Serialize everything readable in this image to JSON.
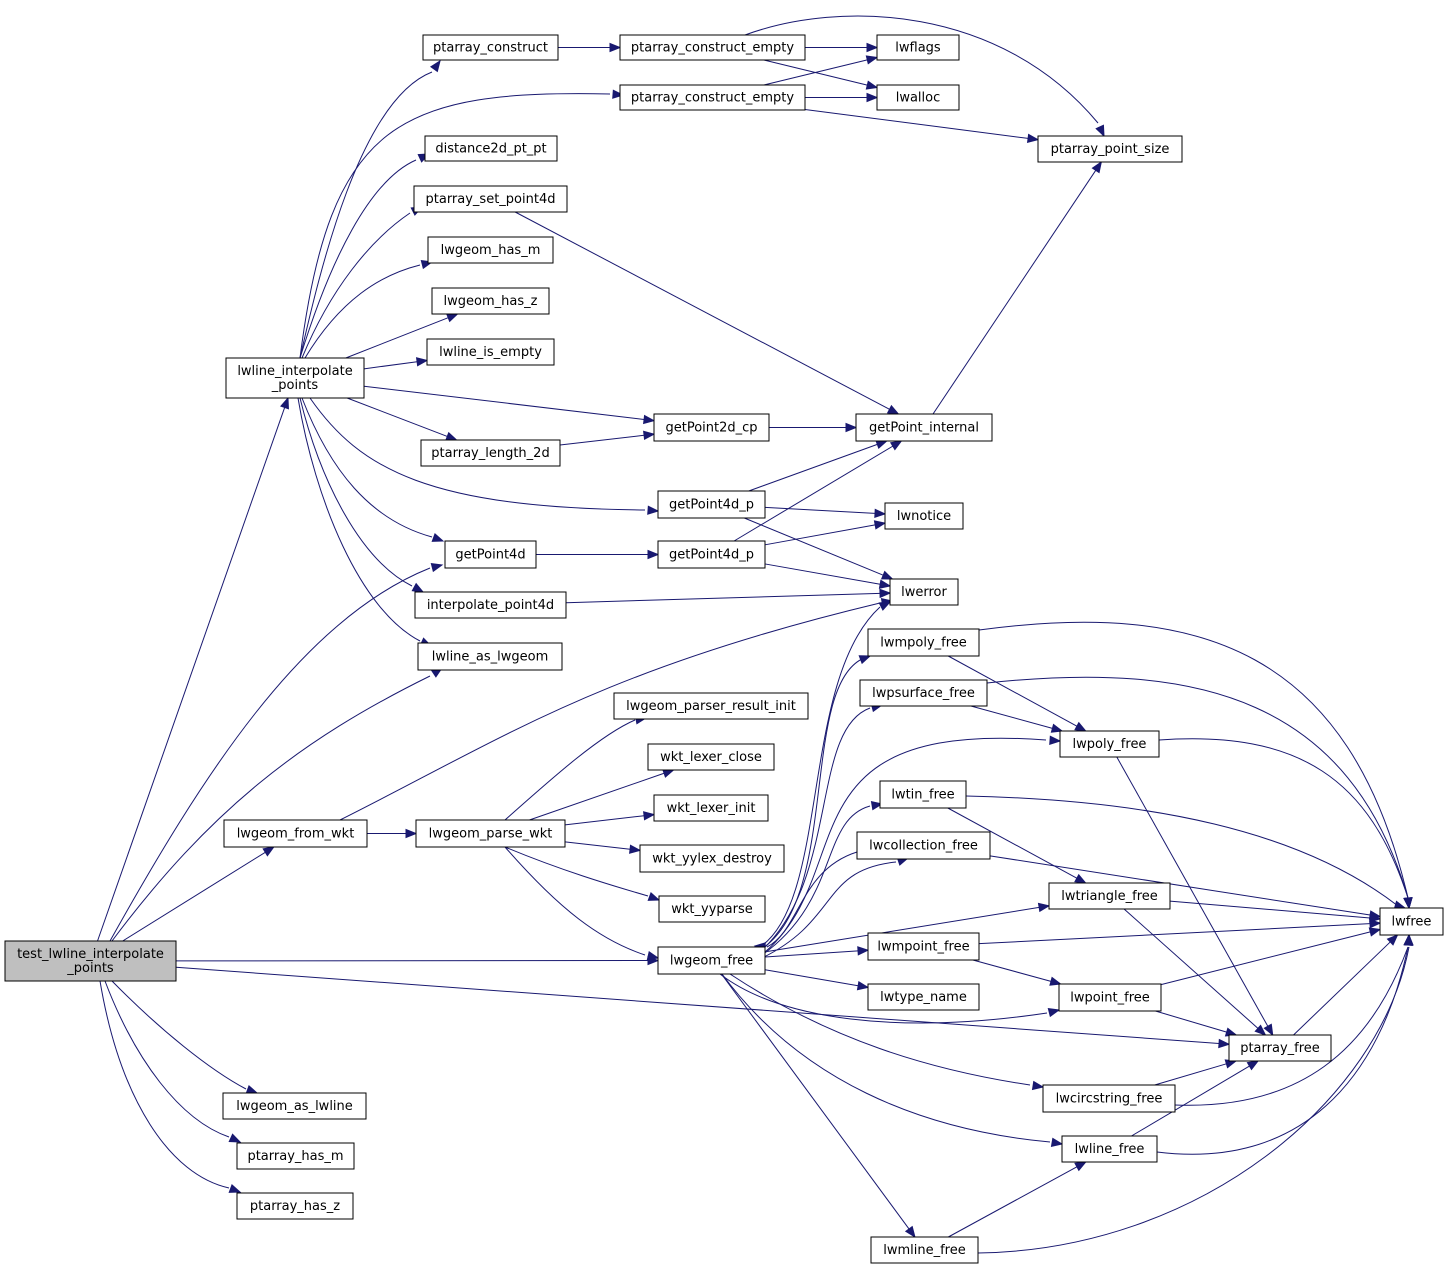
{
  "nodes": [
    {
      "id": "root",
      "lines": [
        "test_lwline_interpolate",
        "_points"
      ],
      "root": true
    },
    {
      "id": "lip",
      "lines": [
        "lwline_interpolate",
        "_points"
      ]
    },
    {
      "id": "pac",
      "lines": [
        "ptarray_construct"
      ]
    },
    {
      "id": "pace1",
      "lines": [
        "ptarray_construct_empty"
      ]
    },
    {
      "id": "pace2",
      "lines": [
        "ptarray_construct_empty"
      ]
    },
    {
      "id": "lwflags",
      "lines": [
        "lwflags"
      ]
    },
    {
      "id": "lwalloc",
      "lines": [
        "lwalloc"
      ]
    },
    {
      "id": "pps",
      "lines": [
        "ptarray_point_size"
      ]
    },
    {
      "id": "d2d",
      "lines": [
        "distance2d_pt_pt"
      ]
    },
    {
      "id": "psp4",
      "lines": [
        "ptarray_set_point4d"
      ]
    },
    {
      "id": "lhm",
      "lines": [
        "lwgeom_has_m"
      ]
    },
    {
      "id": "lhz",
      "lines": [
        "lwgeom_has_z"
      ]
    },
    {
      "id": "lie",
      "lines": [
        "lwline_is_empty"
      ]
    },
    {
      "id": "gp2",
      "lines": [
        "getPoint2d_cp"
      ]
    },
    {
      "id": "gpi",
      "lines": [
        "getPoint_internal"
      ]
    },
    {
      "id": "pl2",
      "lines": [
        "ptarray_length_2d"
      ]
    },
    {
      "id": "g4p1",
      "lines": [
        "getPoint4d_p"
      ]
    },
    {
      "id": "lwnotice",
      "lines": [
        "lwnotice"
      ]
    },
    {
      "id": "gp4",
      "lines": [
        "getPoint4d"
      ]
    },
    {
      "id": "g4p2",
      "lines": [
        "getPoint4d_p"
      ]
    },
    {
      "id": "lwerror",
      "lines": [
        "lwerror"
      ]
    },
    {
      "id": "ip4",
      "lines": [
        "interpolate_point4d"
      ]
    },
    {
      "id": "lal",
      "lines": [
        "lwline_as_lwgeom"
      ]
    },
    {
      "id": "lmpf",
      "lines": [
        "lwmpoly_free"
      ]
    },
    {
      "id": "lpsf",
      "lines": [
        "lwpsurface_free"
      ]
    },
    {
      "id": "lpf",
      "lines": [
        "lwpoly_free"
      ]
    },
    {
      "id": "lprri",
      "lines": [
        "lwgeom_parser_result_init"
      ]
    },
    {
      "id": "wlc",
      "lines": [
        "wkt_lexer_close"
      ]
    },
    {
      "id": "wli",
      "lines": [
        "wkt_lexer_init"
      ]
    },
    {
      "id": "ltf",
      "lines": [
        "lwtin_free"
      ]
    },
    {
      "id": "lfw",
      "lines": [
        "lwgeom_from_wkt"
      ]
    },
    {
      "id": "lpw",
      "lines": [
        "lwgeom_parse_wkt"
      ]
    },
    {
      "id": "lcf",
      "lines": [
        "lwcollection_free"
      ]
    },
    {
      "id": "wyd",
      "lines": [
        "wkt_yylex_destroy"
      ]
    },
    {
      "id": "ltrf",
      "lines": [
        "lwtriangle_free"
      ]
    },
    {
      "id": "wyp",
      "lines": [
        "wkt_yyparse"
      ]
    },
    {
      "id": "lwfree",
      "lines": [
        "lwfree"
      ]
    },
    {
      "id": "lgf",
      "lines": [
        "lwgeom_free"
      ]
    },
    {
      "id": "lmpof",
      "lines": [
        "lwmpoint_free"
      ]
    },
    {
      "id": "ltn",
      "lines": [
        "lwtype_name"
      ]
    },
    {
      "id": "lpof",
      "lines": [
        "lwpoint_free"
      ]
    },
    {
      "id": "paf",
      "lines": [
        "ptarray_free"
      ]
    },
    {
      "id": "lcsf",
      "lines": [
        "lwcircstring_free"
      ]
    },
    {
      "id": "lgal",
      "lines": [
        "lwgeom_as_lwline"
      ]
    },
    {
      "id": "lf",
      "lines": [
        "lwline_free"
      ]
    },
    {
      "id": "phm",
      "lines": [
        "ptarray_has_m"
      ]
    },
    {
      "id": "phz",
      "lines": [
        "ptarray_has_z"
      ]
    },
    {
      "id": "lmlf",
      "lines": [
        "lwmline_free"
      ]
    }
  ],
  "edges": [
    [
      "root",
      "lip"
    ],
    [
      "root",
      "gp4"
    ],
    [
      "root",
      "lal"
    ],
    [
      "root",
      "lfw"
    ],
    [
      "root",
      "lgf"
    ],
    [
      "root",
      "paf"
    ],
    [
      "root",
      "lgal"
    ],
    [
      "root",
      "phm"
    ],
    [
      "root",
      "phz"
    ],
    [
      "lip",
      "pac"
    ],
    [
      "lip",
      "pace2"
    ],
    [
      "lip",
      "d2d"
    ],
    [
      "lip",
      "psp4"
    ],
    [
      "lip",
      "lhm"
    ],
    [
      "lip",
      "lhz"
    ],
    [
      "lip",
      "lie"
    ],
    [
      "lip",
      "gp2"
    ],
    [
      "lip",
      "pl2"
    ],
    [
      "lip",
      "g4p1"
    ],
    [
      "lip",
      "gp4"
    ],
    [
      "lip",
      "ip4"
    ],
    [
      "lip",
      "lal"
    ],
    [
      "pac",
      "pace1"
    ],
    [
      "pac",
      "pps"
    ],
    [
      "pace1",
      "lwflags"
    ],
    [
      "pace1",
      "lwalloc"
    ],
    [
      "pace2",
      "lwflags"
    ],
    [
      "pace2",
      "lwalloc"
    ],
    [
      "pace2",
      "pps"
    ],
    [
      "psp4",
      "gpi"
    ],
    [
      "gp2",
      "gpi"
    ],
    [
      "gpi",
      "pps"
    ],
    [
      "pl2",
      "gp2"
    ],
    [
      "g4p1",
      "gpi"
    ],
    [
      "g4p1",
      "lwnotice"
    ],
    [
      "g4p1",
      "lwerror"
    ],
    [
      "gp4",
      "g4p2"
    ],
    [
      "g4p2",
      "gpi"
    ],
    [
      "g4p2",
      "lwnotice"
    ],
    [
      "g4p2",
      "lwerror"
    ],
    [
      "ip4",
      "lwerror"
    ],
    [
      "lfw",
      "lwerror"
    ],
    [
      "lfw",
      "lpw"
    ],
    [
      "lpw",
      "lprri"
    ],
    [
      "lpw",
      "wlc"
    ],
    [
      "lpw",
      "wli"
    ],
    [
      "lpw",
      "wyd"
    ],
    [
      "lpw",
      "wyp"
    ],
    [
      "lpw",
      "lgf"
    ],
    [
      "lgf",
      "lwerror"
    ],
    [
      "lgf",
      "lmpf"
    ],
    [
      "lgf",
      "lpsf"
    ],
    [
      "lgf",
      "lpf"
    ],
    [
      "lgf",
      "ltf"
    ],
    [
      "lgf",
      "lcf"
    ],
    [
      "lgf",
      "ltrf"
    ],
    [
      "lgf",
      "lmpof"
    ],
    [
      "lgf",
      "ltn"
    ],
    [
      "lgf",
      "lpof"
    ],
    [
      "lgf",
      "lcsf"
    ],
    [
      "lgf",
      "lf"
    ],
    [
      "lgf",
      "lmlf"
    ],
    [
      "lmpf",
      "lwfree"
    ],
    [
      "lmpf",
      "lpf"
    ],
    [
      "lpsf",
      "lwfree"
    ],
    [
      "lpsf",
      "lpf"
    ],
    [
      "lpf",
      "lwfree"
    ],
    [
      "lpf",
      "paf"
    ],
    [
      "ltf",
      "lwfree"
    ],
    [
      "ltf",
      "ltrf"
    ],
    [
      "lcf",
      "lwfree"
    ],
    [
      "lcf",
      "lgf"
    ],
    [
      "ltrf",
      "lwfree"
    ],
    [
      "ltrf",
      "paf"
    ],
    [
      "lmpof",
      "lwfree"
    ],
    [
      "lmpof",
      "lpof"
    ],
    [
      "lpof",
      "lwfree"
    ],
    [
      "lpof",
      "paf"
    ],
    [
      "paf",
      "lwfree"
    ],
    [
      "lcsf",
      "paf"
    ],
    [
      "lcsf",
      "lwfree"
    ],
    [
      "lf",
      "paf"
    ],
    [
      "lf",
      "lwfree"
    ],
    [
      "lmlf",
      "lf"
    ],
    [
      "lmlf",
      "lwfree"
    ]
  ]
}
